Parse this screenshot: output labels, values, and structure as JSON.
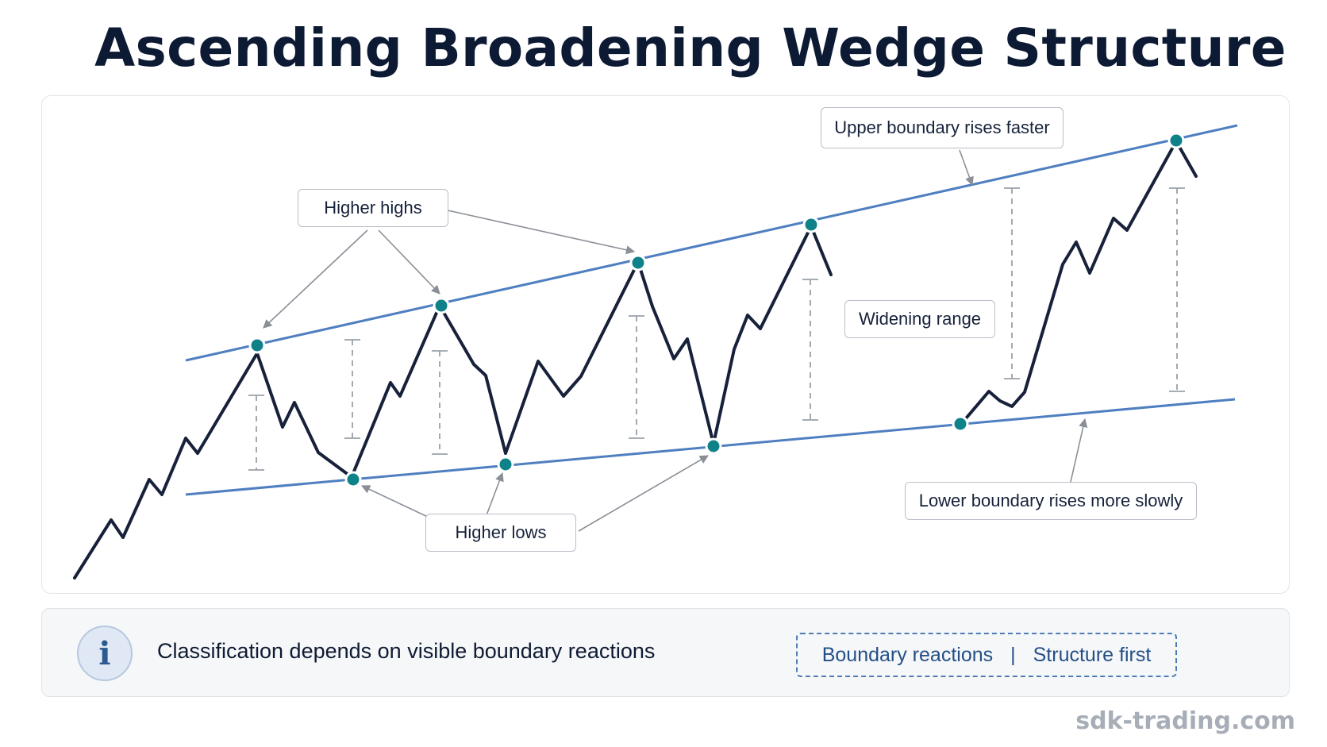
{
  "title": "Ascending Broadening Wedge Structure",
  "colors": {
    "price_line": "#17213a",
    "boundary_line": "#4f7fc0",
    "touch_point": "#0f8189",
    "arrow": "#8a8f97",
    "range_marker": "#9aa0a8"
  },
  "callouts": {
    "higher_highs": "Higher highs",
    "upper_boundary": "Upper boundary rises faster",
    "widening_range": "Widening range",
    "higher_lows": "Higher lows",
    "lower_boundary": "Lower boundary rises more slowly"
  },
  "footer": {
    "icon": "info-icon",
    "icon_glyph": "i",
    "text": "Classification depends on visible boundary reactions",
    "tag_left": "Boundary reactions",
    "tag_separator": "|",
    "tag_right": "Structure first"
  },
  "watermark": "sdk-trading.com"
}
